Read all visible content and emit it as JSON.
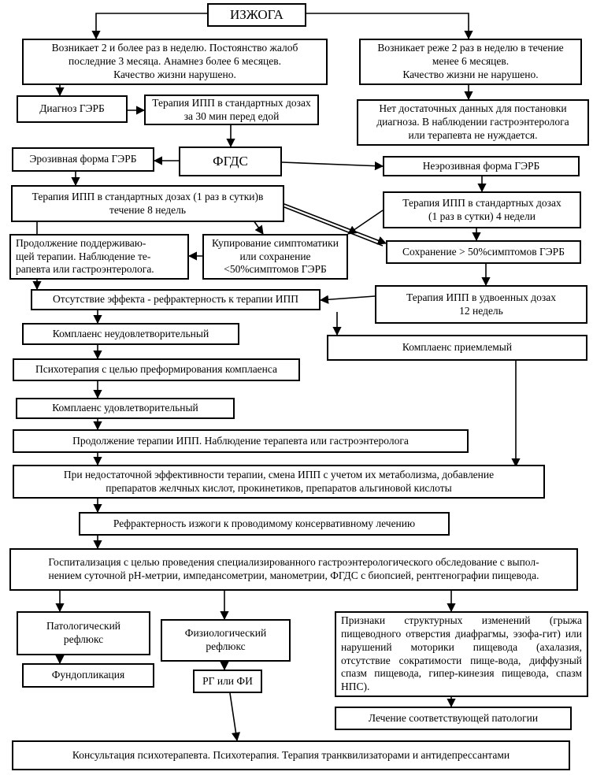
{
  "diagram": {
    "nodes": {
      "heartburn": "ИЗЖОГА",
      "frequent": "Возникает 2 и более раз в неделю. Постоянство жалоб\nпоследние 3 месяца. Анамнез более 6 месяцев.\nКачество жизни нарушено.",
      "rare": "Возникает реже 2 раз в неделю в течение\nменее 6 месяцев.\nКачество жизни не нарушено.",
      "gerd_diagnosis": "Диагноз ГЭРБ",
      "ppi_standard_before_meal": "Терапия ИПП в стандартных дозах\nза 30 мин перед едой",
      "not_enough_data": "Нет достаточных данных для постановки\nдиагноза. В наблюдении гастроэнтеролога\nили терапевта не нуждается.",
      "erosive": "Эрозивная форма ГЭРБ",
      "fgds": "ФГДС",
      "non_erosive": "Неэрозивная форма ГЭРБ",
      "ppi_8_weeks": "Терапия ИПП в стандартных дозах (1 раз в сутки)в\nтечение 8 недель",
      "ppi_4_weeks": "Терапия ИПП в стандартных дозах\n(1 раз в сутки) 4 недели",
      "maintenance": "Продолжение поддерживаю-\nщей терапии. Наблюдение те-\nрапевта или гастроэнтеролога.",
      "symptom_relief": "Купирование симптоматики\nили сохранение\n<50%симптомов ГЭРБ",
      "symptoms_persist": "Сохранение > 50%симптомов ГЭРБ",
      "no_effect": "Отсутствие эффекта - рефрактерность к терапии ИПП",
      "ppi_double": "Терапия ИПП в удвоенных дозах\n12 недель",
      "compliance_poor": "Комплаенс неудовлетворительный",
      "compliance_acceptable": "Комплаенс приемлемый",
      "psychotherapy_compliance": "Психотерапия с целью преформирования комплаенса",
      "compliance_good": "Комплаенс удовлетворительный",
      "continue_ppi": "Продолжение терапии ИПП. Наблюдение терапевта или гастроэнтеролога",
      "insufficient_efficacy": "При недостаточной эффективности терапии, смена ИПП с учетом их метаболизма, добавление\nпрепаратов желчных кислот, прокинетиков, препаратов альгиновой кислоты",
      "refractory": "Рефрактерность изжоги к проводимому консервативному лечению",
      "hospitalization": "Госпитализация с целью проведения специализированного  гастроэнтерологического обследование с выпол-\nнением суточной рН-метрии, импедансометрии, манометрии, ФГДС с биопсией, рентгенографии пищевода.",
      "pathologic_reflux": "Патологический\nрефлюкс",
      "physiologic_reflux": "Физиологический\nрефлюкс",
      "structural_signs": "Признаки структурных изменений (грыжа пищеводного отверстия диафрагмы, эзофа-гит) или нарушений моторики пищевода (ахалазия, отсутствие сократимости пище-вода, диффузный спазм пищевода, гипер-кинезия пищевода, спазм НПС).",
      "fundoplication": "Фундопликация",
      "rg_or_fi": "РГ или ФИ",
      "treat_pathology": "Лечение соответствующей патологии",
      "consultation": "Консультация психотерапевта. Психотерапия. Терапия транквилизаторами и антидепрессантами"
    }
  }
}
